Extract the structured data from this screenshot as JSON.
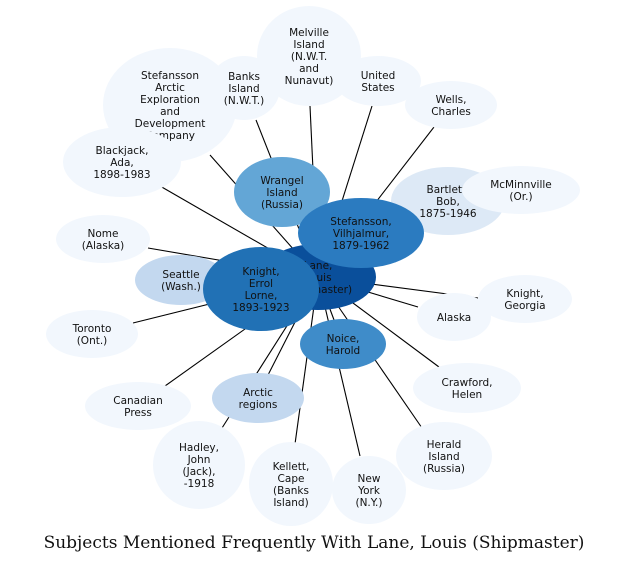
{
  "title": "Subjects Mentioned Frequently With Lane, Louis (Shipmaster)",
  "center": {
    "id": "lane",
    "label": [
      "Lane,",
      "Louis",
      "(Shipmaster)"
    ],
    "color": "#0a4f9b"
  },
  "nodes": [
    {
      "id": "stefansson-company",
      "label": [
        "Stefansson",
        "Arctic",
        "Exploration",
        "and",
        "Development",
        "Company"
      ],
      "color": "#f2f7fd"
    },
    {
      "id": "banks-island",
      "label": [
        "Banks",
        "Island",
        "(N.W.T.)"
      ],
      "color": "#f2f7fd"
    },
    {
      "id": "melville-island",
      "label": [
        "Melville",
        "Island",
        "(N.W.T.",
        "and",
        "Nunavut)"
      ],
      "color": "#f2f7fd"
    },
    {
      "id": "united-states",
      "label": [
        "United",
        "States"
      ],
      "color": "#f2f7fd"
    },
    {
      "id": "wells-charles",
      "label": [
        "Wells,",
        "Charles"
      ],
      "color": "#f2f7fd"
    },
    {
      "id": "blackjack-ada",
      "label": [
        "Blackjack,",
        "Ada,",
        "1898-1983"
      ],
      "color": "#f2f7fd"
    },
    {
      "id": "bartlett-bob",
      "label": [
        "Bartlett,",
        "Bob,",
        "1875-1946"
      ],
      "color": "#dde9f6"
    },
    {
      "id": "mcminnville",
      "label": [
        "McMinnville",
        "(Or.)"
      ],
      "color": "#f2f7fd"
    },
    {
      "id": "nome",
      "label": [
        "Nome",
        "(Alaska)"
      ],
      "color": "#f2f7fd"
    },
    {
      "id": "seattle",
      "label": [
        "Seattle",
        "(Wash.)"
      ],
      "color": "#c3d8ef"
    },
    {
      "id": "toronto",
      "label": [
        "Toronto",
        "(Ont.)"
      ],
      "color": "#f2f7fd"
    },
    {
      "id": "knight-georgia",
      "label": [
        "Knight,",
        "Georgia"
      ],
      "color": "#f2f7fd"
    },
    {
      "id": "alaska",
      "label": [
        "Alaska"
      ],
      "color": "#f2f7fd"
    },
    {
      "id": "canadian-press",
      "label": [
        "Canadian",
        "Press"
      ],
      "color": "#f2f7fd"
    },
    {
      "id": "arctic-regions",
      "label": [
        "Arctic",
        "regions"
      ],
      "color": "#c3d8ef"
    },
    {
      "id": "crawford-helen",
      "label": [
        "Crawford,",
        "Helen"
      ],
      "color": "#f2f7fd"
    },
    {
      "id": "hadley-john",
      "label": [
        "Hadley,",
        "John",
        "(Jack),",
        "-1918"
      ],
      "color": "#f2f7fd"
    },
    {
      "id": "herald-island",
      "label": [
        "Herald",
        "Island",
        "(Russia)"
      ],
      "color": "#f2f7fd"
    },
    {
      "id": "kellett-cape",
      "label": [
        "Kellett,",
        "Cape",
        "(Banks",
        "Island)"
      ],
      "color": "#f2f7fd"
    },
    {
      "id": "new-york",
      "label": [
        "New",
        "York",
        "(N.Y.)"
      ],
      "color": "#f2f7fd"
    },
    {
      "id": "wrangel-island",
      "label": [
        "Wrangel",
        "Island",
        "(Russia)"
      ],
      "color": "#63a6d6"
    },
    {
      "id": "noice-harold",
      "label": [
        "Noice,",
        "Harold"
      ],
      "color": "#3f8cc9"
    },
    {
      "id": "knight-errol",
      "label": [
        "Knight,",
        "Errol",
        "Lorne,",
        "1893-1923"
      ],
      "color": "#2171b5"
    },
    {
      "id": "stefansson-vilhjalmur",
      "label": [
        "Stefansson,",
        "Vilhjalmur,",
        "1879-1962"
      ],
      "color": "#2b7bc0"
    }
  ]
}
